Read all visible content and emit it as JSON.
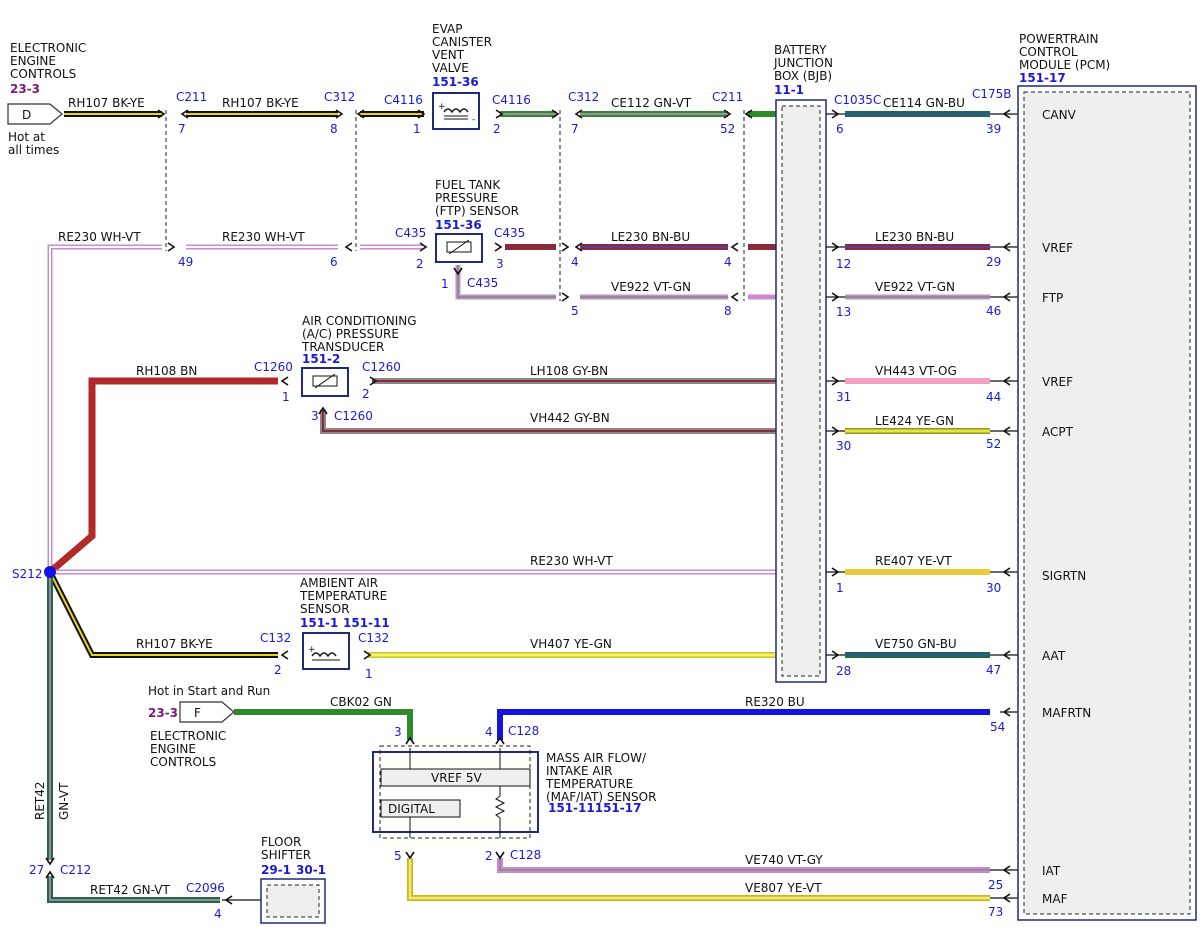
{
  "components": {
    "eec_top": {
      "lines": [
        "ELECTRONIC",
        "ENGINE",
        "CONTROLS"
      ],
      "ref": "23-3",
      "pin": "D",
      "note": [
        "Hot at",
        "all times"
      ]
    },
    "evap": {
      "lines": [
        "EVAP",
        "CANISTER",
        "VENT",
        "VALVE"
      ],
      "ref": "151-36"
    },
    "ftp": {
      "lines": [
        "FUEL TANK",
        "PRESSURE",
        "(FTP) SENSOR"
      ],
      "ref": "151-36"
    },
    "ac": {
      "lines": [
        "AIR CONDITIONING",
        "(A/C) PRESSURE",
        "TRANSDUCER"
      ],
      "ref": "151-2"
    },
    "aat": {
      "lines": [
        "AMBIENT AIR",
        "TEMPERATURE",
        "SENSOR"
      ],
      "ref1": "151-1",
      "ref2": "151-11"
    },
    "bjb": {
      "lines": [
        "BATTERY",
        "JUNCTION",
        "BOX (BJB)"
      ],
      "ref": "11-1"
    },
    "pcm": {
      "lines": [
        "POWERTRAIN",
        "CONTROL",
        "MODULE (PCM)"
      ],
      "ref": "151-17"
    },
    "eec_bottom": {
      "title": "Hot in Start and Run",
      "ref": "23-3",
      "pin": "F",
      "lines": [
        "ELECTRONIC",
        "ENGINE",
        "CONTROLS"
      ]
    },
    "maf": {
      "lines": [
        "MASS AIR FLOW/",
        "INTAKE AIR",
        "TEMPERATURE",
        "(MAF/IAT) SENSOR"
      ],
      "ref": "151-11151-17",
      "vref": "VREF 5V",
      "digital": "DIGITAL"
    },
    "shifter": {
      "lines": [
        "FLOOR",
        "SHIFTER"
      ],
      "ref1": "29-1",
      "ref2": "30-1"
    },
    "splice": "S212"
  },
  "pcm_pins": [
    "CANV",
    "VREF",
    "FTP",
    "VREF",
    "ACPT",
    "SIGRTN",
    "AAT",
    "MAFRTN",
    "IAT",
    "MAF"
  ],
  "wires": {
    "w1": "RH107  BK-YE",
    "w2": "RH107  BK-YE",
    "w3": "CE112  GN-VT",
    "w4": "CE114  GN-BU",
    "w5": "RE230  WH-VT",
    "w6": "RE230  WH-VT",
    "w7": "LE230  BN-BU",
    "w8": "LE230  BN-BU",
    "w9": "VE922  VT-GN",
    "w10": "VE922  VT-GN",
    "w11": "RH108  BN",
    "w12": "LH108  GY-BN",
    "w13": "VH443  VT-OG",
    "w14": "VH442  GY-BN",
    "w15": "LE424  YE-GN",
    "w16": "RE230  WH-VT",
    "w17": "RE407  YE-VT",
    "w18": "RH107  BK-YE",
    "w19": "VH407  YE-GN",
    "w20": "VE750  GN-BU",
    "w21": "CBK02  GN",
    "w22": "RE320  BU",
    "w23": "VE740  VT-GY",
    "w24": "VE807  YE-VT",
    "w25": "RET42  GN-VT",
    "w26": "RET42",
    "w27": "GN-VT"
  },
  "connectors": {
    "c1": "C211",
    "c2": "C312",
    "c3": "C4116",
    "c4": "C4116",
    "c5": "C312",
    "c6": "C211",
    "c7": "C1035C",
    "c8": "C175B",
    "c9": "C435",
    "c10": "C435",
    "c11": "C435",
    "c12": "C1260",
    "c13": "C1260",
    "c14": "C1260",
    "c15": "C132",
    "c16": "C132",
    "c17": "C128",
    "c18": "C128",
    "c19": "C212",
    "c20": "C2096"
  },
  "pins": {
    "p1": "7",
    "p2": "8",
    "p3": "1",
    "p4": "2",
    "p5": "7",
    "p6": "52",
    "p7": "6",
    "p8": "39",
    "p9": "49",
    "p10": "6",
    "p11": "2",
    "p12": "3",
    "p13": "4",
    "p14": "4",
    "p15": "12",
    "p16": "29",
    "p17": "1",
    "p18": "5",
    "p19": "8",
    "p20": "13",
    "p21": "46",
    "p22": "1",
    "p23": "2",
    "p24": "31",
    "p25": "44",
    "p26": "3",
    "p27": "30",
    "p28": "52",
    "p29": "1",
    "p30": "30",
    "p31": "2",
    "p32": "1",
    "p33": "28",
    "p34": "47",
    "p35": "3",
    "p36": "4",
    "p37": "54",
    "p38": "5",
    "p39": "2",
    "p40": "25",
    "p41": "73",
    "p42": "27",
    "p43": "4"
  },
  "colors": {
    "bk_ye": "#e8d21a",
    "green": "#2e8a2a",
    "dk_green": "#1f6a40",
    "violet": "#c98ad0",
    "brown": "#8a2a3a",
    "red": "#b02a2a",
    "pink": "#f2a0c0",
    "yellow": "#e9e24a",
    "gold": "#e6cc3a",
    "blue": "#1414e0",
    "frame": "#1e2a78"
  }
}
